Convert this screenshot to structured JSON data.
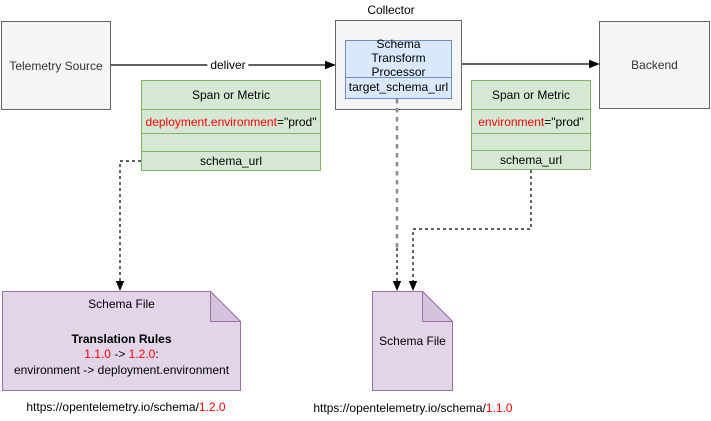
{
  "nodes": {
    "telemetry_source": {
      "label": "Telemetry Source"
    },
    "collector": {
      "label": "Collector"
    },
    "processor": {
      "title": "Schema Transform Processor",
      "field": "target_schema_url"
    },
    "backend": {
      "label": "Backend"
    },
    "span_or_metric_left": {
      "header": "Span or Metric",
      "attribute": {
        "key": "deployment.environment",
        "value": "=\"prod\""
      },
      "field": "schema_url"
    },
    "span_or_metric_right": {
      "header": "Span or Metric",
      "attribute": {
        "key": "environment",
        "value": "=\"prod\""
      },
      "field": "schema_url"
    },
    "schema_file_left": {
      "title": "Schema File",
      "rules_heading": "Translation Rules",
      "version_from": "1.1.0",
      "version_arrow": " -> ",
      "version_to": "1.2.0",
      "version_suffix": ":",
      "rule": "environment -> deployment.environment"
    },
    "schema_file_center": {
      "title": "Schema File"
    }
  },
  "edges": {
    "deliver_label": "deliver"
  },
  "urls": {
    "left": {
      "base": "https://opentelemetry.io/schema/",
      "version": "1.2.0"
    },
    "center": {
      "base": "https://opentelemetry.io/schema/",
      "version": "1.1.0"
    }
  },
  "colors": {
    "gray_fill": "#f5f5f5",
    "gray_border": "#666666",
    "gray_text": "#333333",
    "blue_fill": "#dae8fc",
    "blue_border": "#6c8ebf",
    "green_fill": "#d5e8d4",
    "green_border": "#82b366",
    "purple_fill": "#e1d5e7",
    "purple_border": "#9673a6",
    "purple_fold": "#d3c3dd",
    "highlight_red": "#ff0000",
    "gray_dash": "#8c8c8c",
    "edge_black": "#000000"
  }
}
